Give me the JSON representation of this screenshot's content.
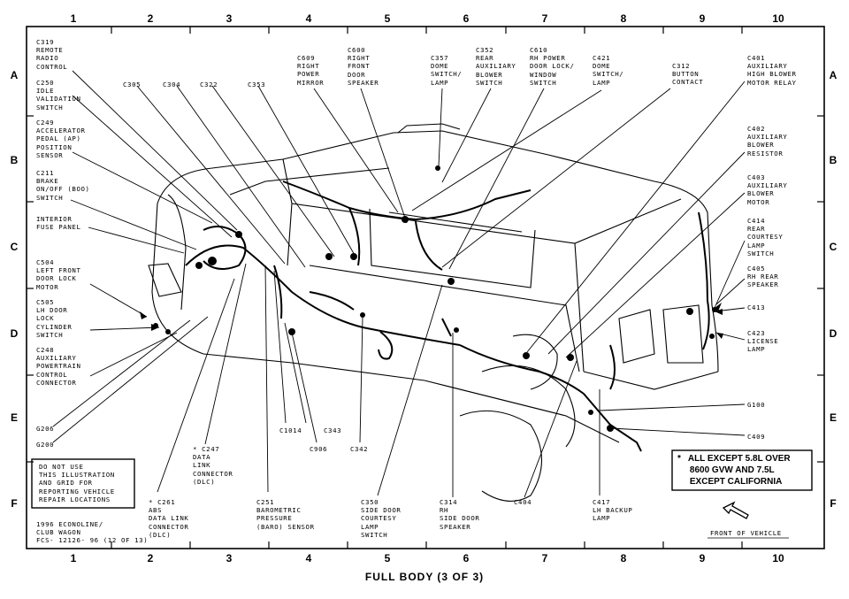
{
  "grid": {
    "cols": [
      "1",
      "2",
      "3",
      "4",
      "5",
      "6",
      "7",
      "8",
      "9",
      "10"
    ],
    "rows": [
      "A",
      "B",
      "C",
      "D",
      "E",
      "F"
    ]
  },
  "labels": {
    "c319": "C319\nREMOTE\nRADIO\nCONTROL",
    "c250": "C250\nIDLE\nVALIDATION\nSWITCH",
    "c249": "C249\nACCELERATOR\nPEDAL (AP)\nPOSITION\nSENSOR",
    "c211": "C211\nBRAKE\nON/OFF (BOO)\nSWITCH",
    "fuse": "INTERIOR\nFUSE PANEL",
    "c504": "C504\nLEFT FRONT\nDOOR LOCK\nMOTOR",
    "c505": "C505\nLH DOOR\nLOCK\nCYLINDER\nSWITCH",
    "c248": "C248\nAUXILIARY\nPOWERTRAIN\nCONTROL\nCONNECTOR",
    "g206": "G206",
    "g200": "G200",
    "c305": "C305",
    "c304": "C304",
    "c322": "C322",
    "c353": "C353",
    "c609": "C609\nRIGHT\nPOWER\nMIRROR",
    "c600": "C600\nRIGHT\nFRONT\nDOOR\nSPEAKER",
    "c357": "C357\nDOME\nSWITCH/\nLAMP",
    "c352": "C352\nREAR\nAUXILIARY\nBLOWER\nSWITCH",
    "c610": "C610\nRH POWER\nDOOR LOCK/\nWINDOW\nSWITCH",
    "c421": "C421\nDOME\nSWITCH/\nLAMP",
    "c312": "C312\nBUTTON\nCONTACT",
    "c401": "C401\nAUXILIARY\nHIGH BLOWER\nMOTOR RELAY",
    "c402": "C402\nAUXILIARY\nBLOWER\nRESISTOR",
    "c403": "C403\nAUXILIARY\nBLOWER\nMOTOR",
    "c414": "C414\nREAR\nCOURTESY\nLAMP\nSWITCH",
    "c405": "C405\nRH REAR\nSPEAKER",
    "c413": "C413",
    "c423": "C423\nLICENSE\nLAMP",
    "g100": "G100",
    "c409": "C409",
    "c1014": "C1014",
    "c343": "C343",
    "c906": "C906",
    "c342": "C342",
    "c247": "* C247\nDATA\nLINK\nCONNECTOR\n(DLC)",
    "c261": "* C261\nABS\nDATA LINK\nCONNECTOR\n(DLC)",
    "c251": "C251\nBAROMETRIC\nPRESSURE\n(BARO) SENSOR",
    "c350": "C350\nSIDE DOOR\nCOURTESY\nLAMP\nSWITCH",
    "c314": "C314\nRH\nSIDE DOOR\nSPEAKER",
    "c404": "C404",
    "c417": "C417\nLH BACKUP\nLAMP",
    "donotuse": "DO NOT USE\nTHIS ILLUSTRATION\nAND GRID FOR\nREPORTING VEHICLE\nREPAIR LOCATIONS",
    "model": "1996 ECONOLINE/\nCLUB WAGON\nFCS- 12126- 96 (12 OF 13)",
    "front": "FRONT OF VEHICLE",
    "note": "*   ALL EXCEPT 5.8L OVER\n     8600 GVW AND 7.5L\n     EXCEPT CALIFORNIA"
  },
  "footer": "FULL BODY (3 OF 3)"
}
